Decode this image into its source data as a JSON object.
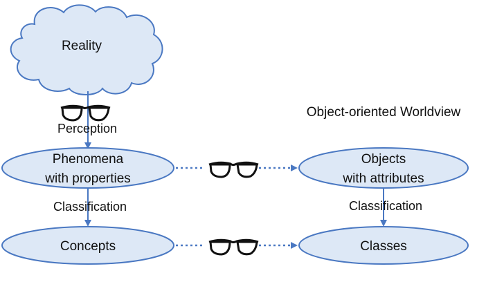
{
  "title": "Object-oriented Worldview",
  "nodes": {
    "reality": "Reality",
    "phenomena": [
      "Phenomena",
      "with properties"
    ],
    "concepts": "Concepts",
    "objects": [
      "Objects",
      "with attributes"
    ],
    "classes": "Classes"
  },
  "edges": {
    "perception": "Perception",
    "classification_left": "Classification",
    "classification_right": "Classification"
  },
  "icons": {
    "perception_lens": "glasses-icon",
    "mapping_lens_top": "glasses-icon",
    "mapping_lens_bottom": "glasses-icon"
  },
  "colors": {
    "node_fill": "#dde8f6",
    "node_stroke": "#4a78c2",
    "arrow": "#4a78c2",
    "glasses": "#111111"
  }
}
